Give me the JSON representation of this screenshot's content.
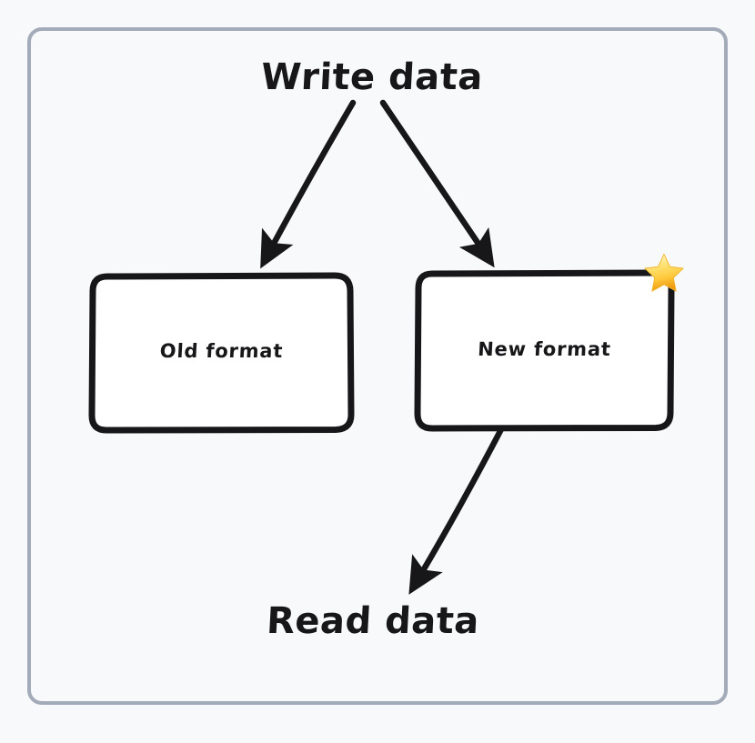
{
  "diagram": {
    "title_top": "Write data",
    "title_bottom": "Read data",
    "nodes": [
      {
        "id": "old-format",
        "label": "Old format",
        "starred": false
      },
      {
        "id": "new-format",
        "label": "New format",
        "starred": true
      }
    ],
    "badges": [
      {
        "icon": "star-icon",
        "on_node": "new-format",
        "colors": [
          "#fff6c2",
          "#ffd351",
          "#f0a500"
        ]
      }
    ],
    "edges": [
      {
        "from": "Write data",
        "to": "Old format",
        "style": "solid-arrow"
      },
      {
        "from": "Write data",
        "to": "New format",
        "style": "solid-arrow"
      },
      {
        "from": "New format",
        "to": "Read data",
        "style": "solid-arrow"
      }
    ],
    "colors": {
      "background": "#f8f9fb",
      "page_edge": "#faeedd",
      "frame_border": "#a3aab8",
      "stroke": "#17171a",
      "node_fill": "#ffffff",
      "text": "#17171a"
    }
  }
}
